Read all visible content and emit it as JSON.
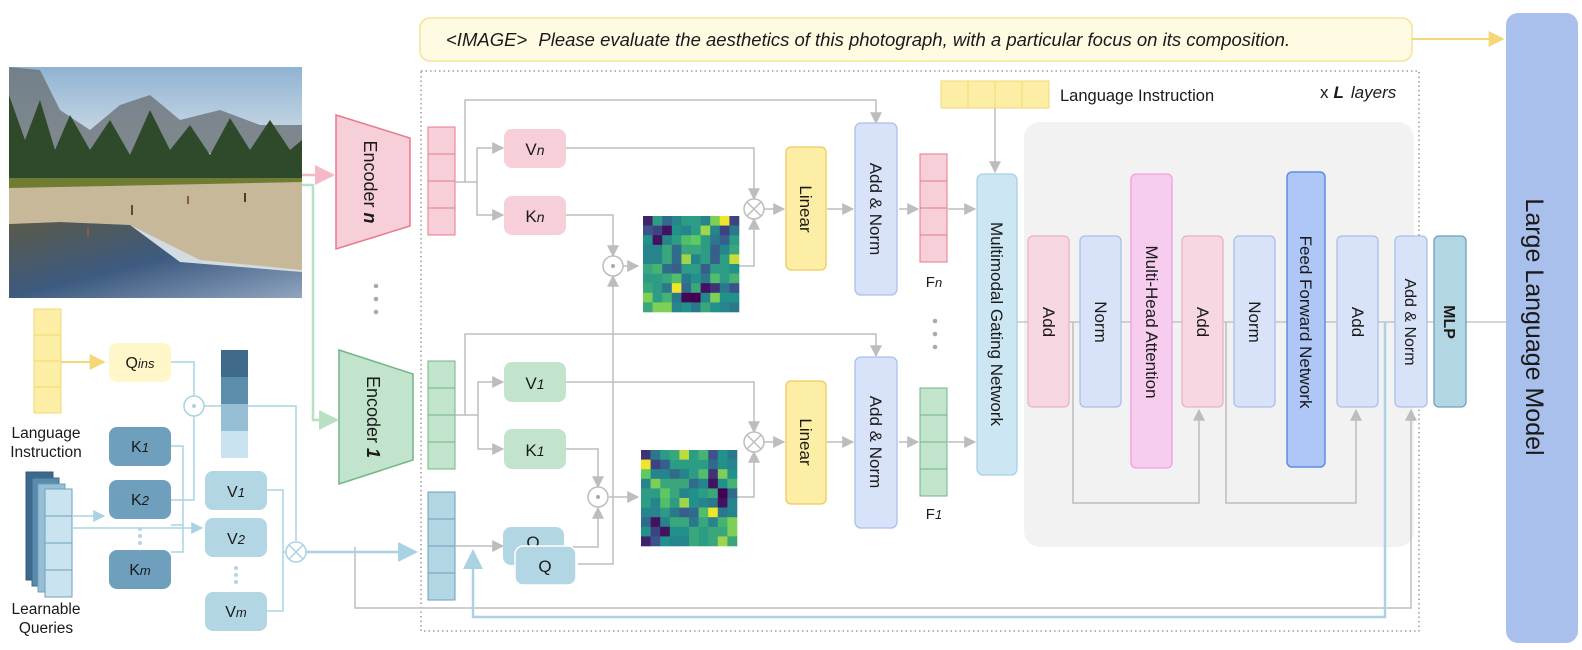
{
  "prompt": {
    "image_token": "<IMAGE>",
    "text": "Please evaluate the aesthetics of this photograph, with a particular focus on its composition."
  },
  "layers_label": {
    "prefix": "x",
    "var": "L",
    "suffix": "layers"
  },
  "language_instruction_top": "Language Instruction",
  "left_panel": {
    "language_instruction_label_1": "Language",
    "language_instruction_label_2": "Instruction",
    "learnable_queries_label_1": "Learnable",
    "learnable_queries_label_2": "Queries",
    "q_ins": {
      "main": "Q",
      "sub": "ins"
    },
    "keys": [
      {
        "main": "K",
        "sub": "1"
      },
      {
        "main": "K",
        "sub": "2"
      },
      {
        "main": "K",
        "sub": "m"
      }
    ],
    "values": [
      {
        "main": "V",
        "sub": "1"
      },
      {
        "main": "V",
        "sub": "2"
      },
      {
        "main": "V",
        "sub": "m"
      }
    ]
  },
  "photo": {
    "description": "landscape photograph: river bank, pine forest, mountains"
  },
  "encoders": [
    {
      "main": "Encoder",
      "sub": "n"
    },
    {
      "main": "Encoder",
      "sub": "1"
    }
  ],
  "branch_n": {
    "v": {
      "main": "V",
      "sub": "n"
    },
    "k": {
      "main": "K",
      "sub": "n"
    },
    "linear": "Linear",
    "add_norm": "Add & Norm",
    "feature": {
      "main": "F",
      "sub": "n"
    }
  },
  "branch_1": {
    "v": {
      "main": "V",
      "sub": "1"
    },
    "k": {
      "main": "K",
      "sub": "1"
    },
    "q_back": "Q",
    "q_front": "Q",
    "linear": "Linear",
    "add_norm": "Add & Norm",
    "feature": {
      "main": "F",
      "sub": "1"
    }
  },
  "gating": "Multimodal Gating Network",
  "transformer_block": {
    "blocks": [
      "Add",
      "Norm",
      "Multi-Head Attention",
      "Add",
      "Norm",
      "Feed Forward Network",
      "Add"
    ]
  },
  "post": {
    "add_norm": "Add & Norm",
    "mlp": "MLP"
  },
  "llm": "Large Language Model",
  "colors": {
    "pink": "#f7cfd8",
    "pink_border": "#e8798d",
    "green": "#c3e4cc",
    "green_border": "#6fb586",
    "yellow": "#fdeea6",
    "yellow_border": "#f0c95a",
    "blue_light": "#d8e3f9",
    "blue_border": "#a9c0ea",
    "steel": "#6e9fbd",
    "steel_light": "#b2d6e4",
    "llm": "#a9c0ec",
    "gray_bg": "#f2f2f2",
    "arrow": "#bdbdbd"
  },
  "heatmap_n": [
    [
      0.1,
      0.55,
      0.35,
      0.45,
      0.55,
      0.55,
      0.45,
      0.8,
      0.98,
      0.2
    ],
    [
      0.25,
      0.2,
      0.05,
      0.5,
      0.45,
      0.55,
      0.85,
      0.45,
      0.2,
      0.4
    ],
    [
      0.5,
      0.05,
      0.45,
      0.55,
      0.7,
      0.75,
      0.55,
      0.4,
      0.3,
      0.55
    ],
    [
      0.45,
      0.45,
      0.6,
      0.35,
      0.6,
      0.6,
      0.55,
      0.3,
      0.45,
      0.6
    ],
    [
      0.45,
      0.45,
      0.6,
      0.35,
      0.85,
      0.45,
      0.55,
      0.3,
      0.55,
      0.92
    ],
    [
      0.6,
      0.65,
      0.35,
      0.3,
      0.55,
      0.55,
      0.3,
      0.55,
      0.55,
      0.5
    ],
    [
      0.55,
      0.55,
      0.6,
      0.7,
      0.4,
      0.5,
      0.4,
      0.7,
      0.55,
      0.65
    ],
    [
      0.6,
      0.55,
      0.4,
      0.98,
      0.35,
      0.6,
      0.05,
      0.15,
      0.4,
      0.25
    ],
    [
      0.8,
      0.55,
      0.65,
      0.4,
      0.02,
      0.0,
      0.45,
      0.8,
      0.5,
      0.5
    ],
    [
      0.6,
      0.8,
      0.8,
      0.45,
      0.5,
      0.4,
      0.6,
      0.5,
      0.45,
      0.4
    ]
  ],
  "heatmap_1": [
    [
      0.15,
      0.4,
      0.55,
      0.6,
      0.9,
      0.55,
      0.65,
      0.25,
      0.5,
      0.4
    ],
    [
      0.98,
      0.2,
      0.3,
      0.55,
      0.55,
      0.55,
      0.55,
      0.35,
      0.5,
      0.45
    ],
    [
      0.75,
      0.45,
      0.45,
      0.35,
      0.45,
      0.55,
      0.7,
      0.15,
      0.8,
      0.5
    ],
    [
      0.45,
      0.8,
      0.6,
      0.6,
      0.6,
      0.35,
      0.45,
      0.05,
      0.5,
      0.65
    ],
    [
      0.55,
      0.55,
      0.75,
      0.6,
      0.45,
      0.5,
      0.55,
      0.6,
      0.0,
      0.35
    ],
    [
      0.55,
      0.45,
      0.7,
      0.55,
      0.85,
      0.5,
      0.45,
      0.4,
      0.05,
      0.45
    ],
    [
      0.45,
      0.45,
      0.55,
      0.4,
      0.3,
      0.35,
      0.7,
      0.98,
      0.4,
      0.45
    ],
    [
      0.35,
      0.05,
      0.45,
      0.6,
      0.6,
      0.4,
      0.6,
      0.45,
      0.65,
      0.8
    ],
    [
      0.5,
      0.2,
      0.05,
      0.5,
      0.5,
      0.6,
      0.55,
      0.6,
      0.6,
      0.8
    ],
    [
      0.1,
      0.25,
      0.5,
      0.45,
      0.45,
      0.6,
      0.55,
      0.6,
      0.85,
      0.6
    ]
  ]
}
